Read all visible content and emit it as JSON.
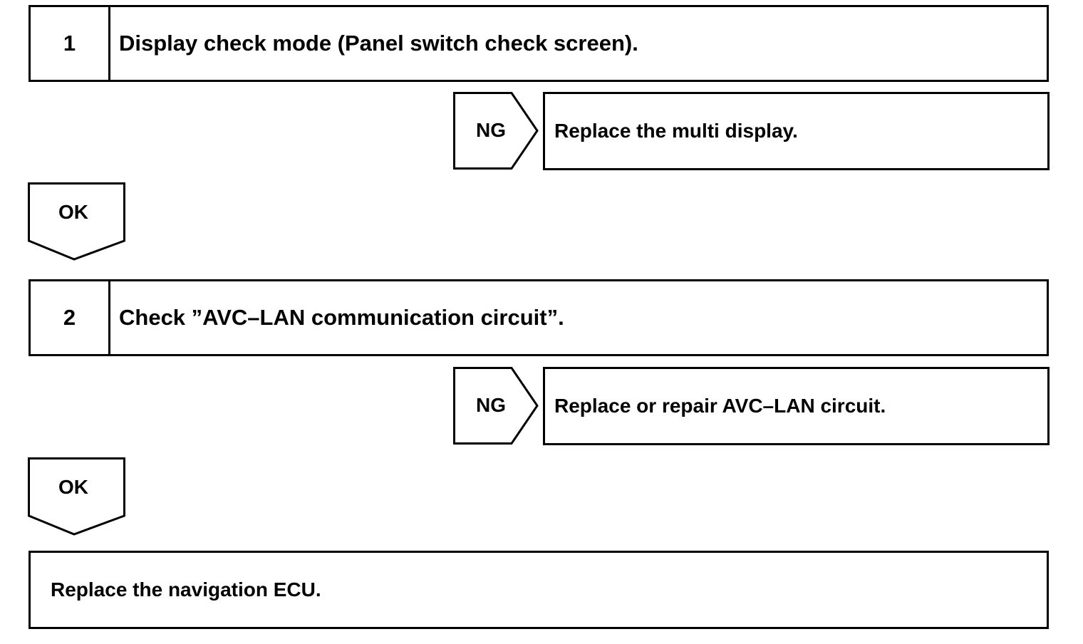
{
  "steps": [
    {
      "number": "1",
      "title": "Display check mode (Panel switch check screen).",
      "ng_label": "NG",
      "ng_action": "Replace the multi display.",
      "ok_label": "OK"
    },
    {
      "number": "2",
      "title": "Check ”AVC–LAN communication circuit”.",
      "ng_label": "NG",
      "ng_action": "Replace or repair AVC–LAN circuit.",
      "ok_label": "OK"
    }
  ],
  "final_action": "Replace the navigation ECU."
}
